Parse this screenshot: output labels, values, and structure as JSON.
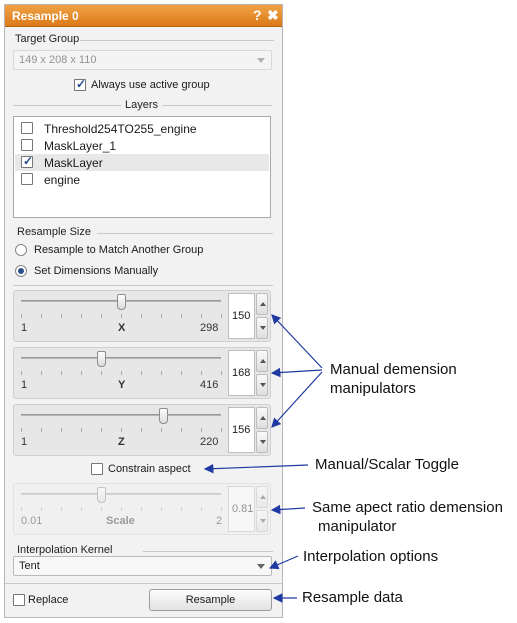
{
  "window": {
    "title": "Resample 0",
    "help_glyph": "?",
    "close_glyph": "✖"
  },
  "target_group": {
    "label": "Target Group",
    "value": "149 x 208 x 110",
    "always_active_label": "Always use active group",
    "always_active_checked": true
  },
  "layers": {
    "label": "Layers",
    "items": [
      {
        "label": "Threshold254TO255_engine",
        "checked": false,
        "selected": false
      },
      {
        "label": "MaskLayer_1",
        "checked": false,
        "selected": false
      },
      {
        "label": "MaskLayer",
        "checked": true,
        "selected": true
      },
      {
        "label": "engine",
        "checked": false,
        "selected": false
      }
    ]
  },
  "resample_size": {
    "label": "Resample Size",
    "radio_match_label": "Resample to Match Another Group",
    "radio_manual_label": "Set Dimensions Manually",
    "selected": "manual"
  },
  "sliders": [
    {
      "axis": "X",
      "min": "1",
      "max": "298",
      "value": "150",
      "fraction": 0.5
    },
    {
      "axis": "Y",
      "min": "1",
      "max": "416",
      "value": "168",
      "fraction": 0.4
    },
    {
      "axis": "Z",
      "min": "1",
      "max": "220",
      "value": "156",
      "fraction": 0.71
    }
  ],
  "constrain": {
    "label": "Constrain aspect",
    "checked": false
  },
  "scale": {
    "axis": "Scale",
    "min": "0.01",
    "max": "2",
    "value": "0.81",
    "fraction": 0.4,
    "enabled": false
  },
  "interpolation": {
    "label": "Interpolation Kernel",
    "value": "Tent"
  },
  "footer": {
    "replace_label": "Replace",
    "replace_checked": false,
    "resample_button": "Resample"
  },
  "annotations": {
    "dimension": [
      "Manual demension",
      "manipulators"
    ],
    "toggle": "Manual/Scalar Toggle",
    "scale": [
      "Same apect ratio demension",
      "manipulator"
    ],
    "interp": "Interpolation options",
    "resample": "Resample data"
  },
  "colors": {
    "titlebar": "#e28a2a",
    "arrow": "#1f3aa0",
    "check": "#234a8a"
  }
}
